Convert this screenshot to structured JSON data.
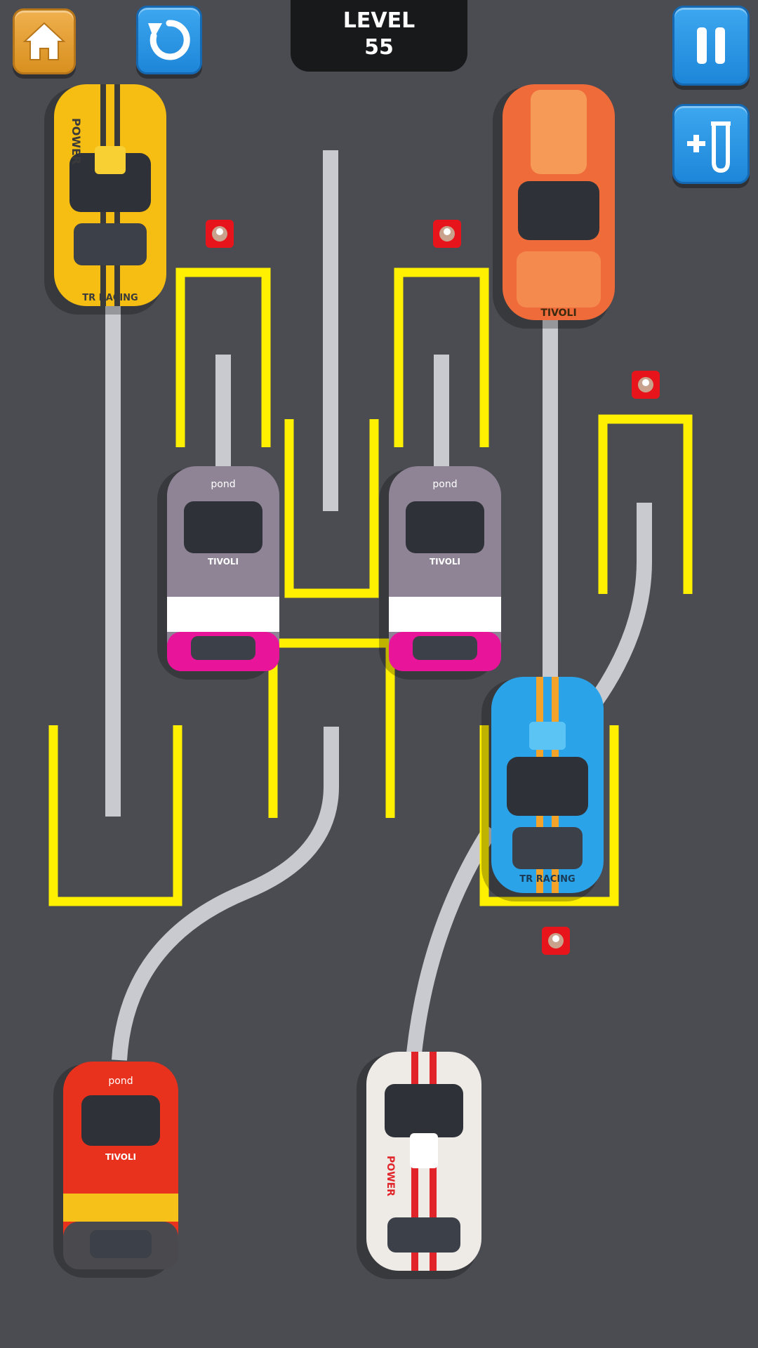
{
  "hud": {
    "level_label": "LEVEL",
    "level_number": "55",
    "home_icon": "home-icon",
    "restart_icon": "restart-icon",
    "pause_icon": "pause-icon",
    "boost_icon": "add-test-tube-icon"
  },
  "car_text": {
    "hood_power": "POWER",
    "brand_tivoli": "TIVOLI",
    "brand_pond": "pond",
    "racing": "TR RACING"
  },
  "colors": {
    "background": "#4b4c52",
    "track": "#c9cacf",
    "barrier": "#ffef00",
    "cone_base": "#e8141b",
    "button_blue": "#2b94e3",
    "button_orange": "#e6a13a",
    "car_yellow": "#f6bd12",
    "car_orange": "#f06b3a",
    "car_purple": "#8f8496",
    "car_blue": "#2aa3e8",
    "car_red": "#e8321e",
    "car_white": "#eeeae6"
  }
}
